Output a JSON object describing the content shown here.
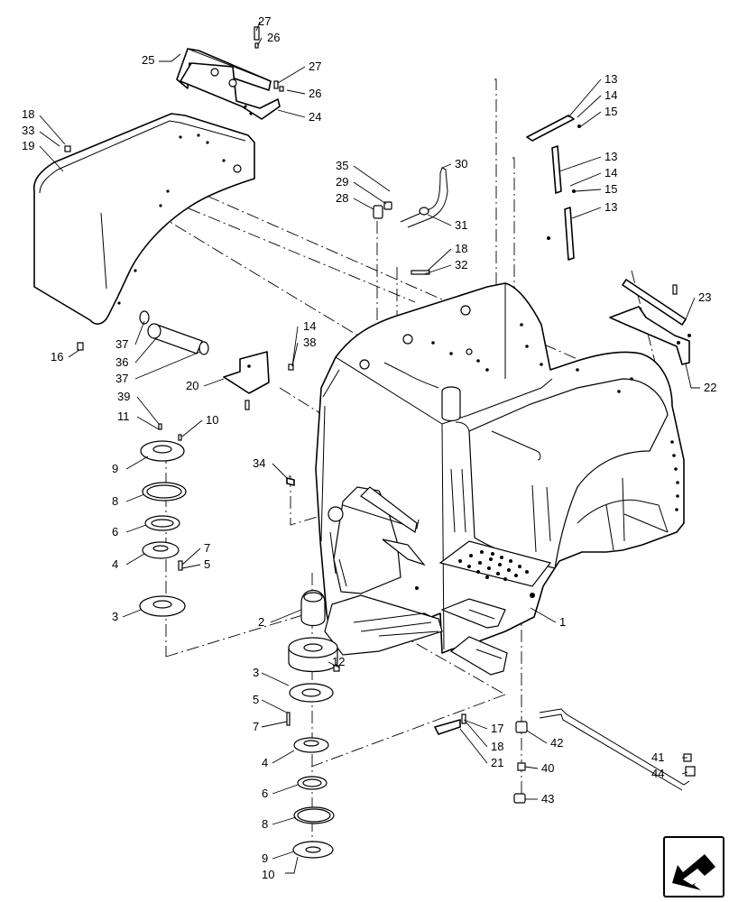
{
  "diagram": {
    "labels": [
      {
        "id": "l27a",
        "text": "27"
      },
      {
        "id": "l26a",
        "text": "26"
      },
      {
        "id": "l25",
        "text": "25"
      },
      {
        "id": "l27b",
        "text": "27"
      },
      {
        "id": "l26b",
        "text": "26"
      },
      {
        "id": "l24",
        "text": "24"
      },
      {
        "id": "l18a",
        "text": "18"
      },
      {
        "id": "l33",
        "text": "33"
      },
      {
        "id": "l19",
        "text": "19"
      },
      {
        "id": "l13a",
        "text": "13"
      },
      {
        "id": "l14a",
        "text": "14"
      },
      {
        "id": "l15a",
        "text": "15"
      },
      {
        "id": "l13b",
        "text": "13"
      },
      {
        "id": "l14b",
        "text": "14"
      },
      {
        "id": "l15b",
        "text": "15"
      },
      {
        "id": "l13c",
        "text": "13"
      },
      {
        "id": "l35",
        "text": "35"
      },
      {
        "id": "l29",
        "text": "29"
      },
      {
        "id": "l28",
        "text": "28"
      },
      {
        "id": "l30",
        "text": "30"
      },
      {
        "id": "l31",
        "text": "31"
      },
      {
        "id": "l18b",
        "text": "18"
      },
      {
        "id": "l32",
        "text": "32"
      },
      {
        "id": "l23",
        "text": "23"
      },
      {
        "id": "l22",
        "text": "22"
      },
      {
        "id": "l16",
        "text": "16"
      },
      {
        "id": "l37a",
        "text": "37"
      },
      {
        "id": "l36",
        "text": "36"
      },
      {
        "id": "l37b",
        "text": "37"
      },
      {
        "id": "l14c",
        "text": "14"
      },
      {
        "id": "l38",
        "text": "38"
      },
      {
        "id": "l20",
        "text": "20"
      },
      {
        "id": "l39",
        "text": "39"
      },
      {
        "id": "l11",
        "text": "11"
      },
      {
        "id": "l10a",
        "text": "10"
      },
      {
        "id": "l9a",
        "text": "9"
      },
      {
        "id": "l34",
        "text": "34"
      },
      {
        "id": "l8a",
        "text": "8"
      },
      {
        "id": "l6a",
        "text": "6"
      },
      {
        "id": "l7a",
        "text": "7"
      },
      {
        "id": "l4a",
        "text": "4"
      },
      {
        "id": "l5a",
        "text": "5"
      },
      {
        "id": "l3a",
        "text": "3"
      },
      {
        "id": "l2",
        "text": "2"
      },
      {
        "id": "l1",
        "text": "1"
      },
      {
        "id": "l12",
        "text": "12"
      },
      {
        "id": "l3b",
        "text": "3"
      },
      {
        "id": "l5b",
        "text": "5"
      },
      {
        "id": "l7b",
        "text": "7"
      },
      {
        "id": "l17",
        "text": "17"
      },
      {
        "id": "l18c",
        "text": "18"
      },
      {
        "id": "l42",
        "text": "42"
      },
      {
        "id": "l21",
        "text": "21"
      },
      {
        "id": "l41",
        "text": "41"
      },
      {
        "id": "l44",
        "text": "44"
      },
      {
        "id": "l4b",
        "text": "4"
      },
      {
        "id": "l40",
        "text": "40"
      },
      {
        "id": "l6b",
        "text": "6"
      },
      {
        "id": "l43",
        "text": "43"
      },
      {
        "id": "l8b",
        "text": "8"
      },
      {
        "id": "l9b",
        "text": "9"
      },
      {
        "id": "l10b",
        "text": "10"
      }
    ]
  },
  "nav": {
    "icon": "arrow-back-icon"
  }
}
